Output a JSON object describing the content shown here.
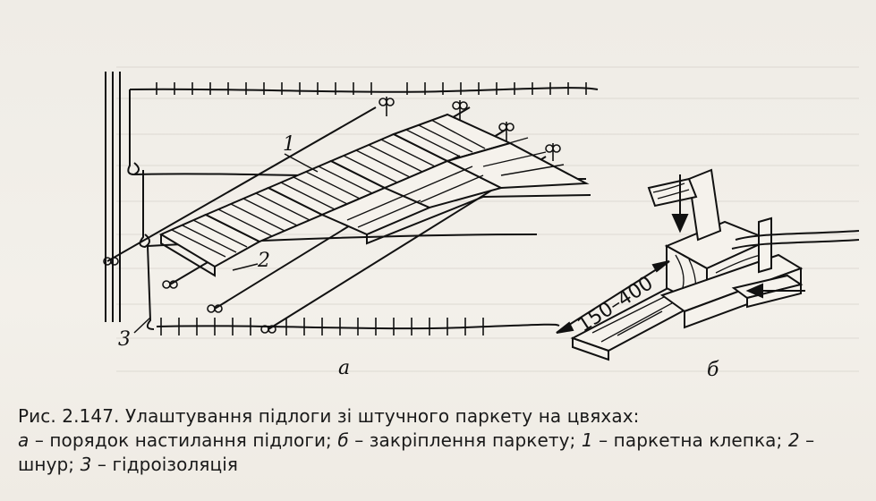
{
  "figure": {
    "label_a": "а",
    "label_b": "б",
    "callout_1": "1",
    "callout_2": "2",
    "callout_3": "3",
    "dimension": "150–400"
  },
  "caption": {
    "title": "Рис. 2.147. Улаштування підлоги зі штучного паркету на цвяхах:",
    "legend": [
      {
        "mark": "а",
        "text": " – порядок настилання підлоги; "
      },
      {
        "mark": "б",
        "text": " – закріплення паркету; "
      },
      {
        "mark": "1",
        "text": " – паркетна клепка; "
      },
      {
        "mark": "2",
        "text": " – шнур; "
      },
      {
        "mark": "3",
        "text": " – гідроізоляція"
      }
    ]
  },
  "colors": {
    "paper": "#f1eee9",
    "ink": "#1a1a1a"
  }
}
